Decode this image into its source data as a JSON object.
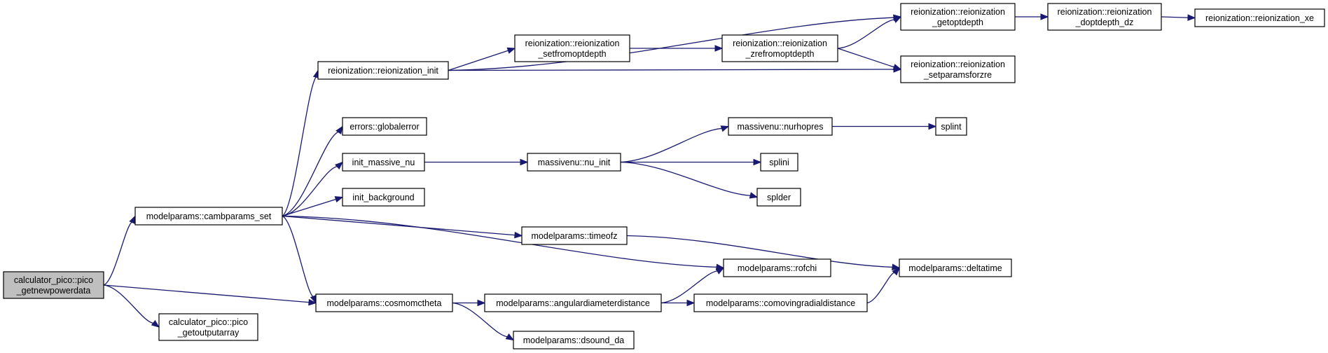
{
  "diagram": {
    "type": "call-graph",
    "colors": {
      "edge": "#191970",
      "root_fill": "#bfbfbf",
      "node_fill": "#ffffff",
      "node_border": "#000000"
    },
    "nodes": [
      {
        "id": "root",
        "lines": [
          "calculator_pico::pico",
          "_getnewpowerdata"
        ]
      },
      {
        "id": "cambparams_set",
        "lines": [
          "modelparams::cambparams_set"
        ]
      },
      {
        "id": "getoutputarray",
        "lines": [
          "calculator_pico::pico",
          "_getoutputarray"
        ]
      },
      {
        "id": "reion_init",
        "lines": [
          "reionization::reionization_init"
        ]
      },
      {
        "id": "globalerror",
        "lines": [
          "errors::globalerror"
        ]
      },
      {
        "id": "init_massive_nu",
        "lines": [
          "init_massive_nu"
        ]
      },
      {
        "id": "init_background",
        "lines": [
          "init_background"
        ]
      },
      {
        "id": "cosmomctheta",
        "lines": [
          "modelparams::cosmomctheta"
        ]
      },
      {
        "id": "timeofz",
        "lines": [
          "modelparams::timeofz"
        ]
      },
      {
        "id": "rofchi",
        "lines": [
          "modelparams::rofchi"
        ]
      },
      {
        "id": "setfromoptdepth",
        "lines": [
          "reionization::reionization",
          "_setfromoptdepth"
        ]
      },
      {
        "id": "getoptdepth",
        "lines": [
          "reionization::reionization",
          "_getoptdepth"
        ]
      },
      {
        "id": "setparamsforzre",
        "lines": [
          "reionization::reionization",
          "_setparamsforzre"
        ]
      },
      {
        "id": "zrefromoptdepth",
        "lines": [
          "reionization::reionization",
          "_zrefromoptdepth"
        ]
      },
      {
        "id": "doptdepth_dz",
        "lines": [
          "reionization::reionization",
          "_doptdepth_dz"
        ]
      },
      {
        "id": "reionization_xe",
        "lines": [
          "reionization::reionization_xe"
        ]
      },
      {
        "id": "nu_init",
        "lines": [
          "massivenu::nu_init"
        ]
      },
      {
        "id": "nurhopres",
        "lines": [
          "massivenu::nurhopres"
        ]
      },
      {
        "id": "splint",
        "lines": [
          "splint"
        ]
      },
      {
        "id": "splini",
        "lines": [
          "splini"
        ]
      },
      {
        "id": "splder",
        "lines": [
          "splder"
        ]
      },
      {
        "id": "deltatime",
        "lines": [
          "modelparams::deltatime"
        ]
      },
      {
        "id": "angulardiameterdistance",
        "lines": [
          "modelparams::angulardiameterdistance"
        ]
      },
      {
        "id": "comovingradialdistance",
        "lines": [
          "modelparams::comovingradialdistance"
        ]
      },
      {
        "id": "dsound_da",
        "lines": [
          "modelparams::dsound_da"
        ]
      }
    ],
    "edges": [
      [
        "root",
        "cambparams_set"
      ],
      [
        "root",
        "cosmomctheta"
      ],
      [
        "root",
        "getoutputarray"
      ],
      [
        "cambparams_set",
        "reion_init"
      ],
      [
        "cambparams_set",
        "globalerror"
      ],
      [
        "cambparams_set",
        "init_massive_nu"
      ],
      [
        "cambparams_set",
        "init_background"
      ],
      [
        "cambparams_set",
        "timeofz"
      ],
      [
        "cambparams_set",
        "rofchi"
      ],
      [
        "cambparams_set",
        "cosmomctheta"
      ],
      [
        "reion_init",
        "getoptdepth"
      ],
      [
        "reion_init",
        "setfromoptdepth"
      ],
      [
        "reion_init",
        "setparamsforzre"
      ],
      [
        "setfromoptdepth",
        "zrefromoptdepth"
      ],
      [
        "zrefromoptdepth",
        "getoptdepth"
      ],
      [
        "zrefromoptdepth",
        "setparamsforzre"
      ],
      [
        "getoptdepth",
        "doptdepth_dz"
      ],
      [
        "doptdepth_dz",
        "reionization_xe"
      ],
      [
        "init_massive_nu",
        "nu_init"
      ],
      [
        "nu_init",
        "nurhopres"
      ],
      [
        "nu_init",
        "splini"
      ],
      [
        "nu_init",
        "splder"
      ],
      [
        "nurhopres",
        "splint"
      ],
      [
        "timeofz",
        "deltatime"
      ],
      [
        "cosmomctheta",
        "angulardiameterdistance"
      ],
      [
        "cosmomctheta",
        "dsound_da"
      ],
      [
        "angulardiameterdistance",
        "rofchi"
      ],
      [
        "angulardiameterdistance",
        "comovingradialdistance"
      ],
      [
        "comovingradialdistance",
        "deltatime"
      ]
    ]
  }
}
